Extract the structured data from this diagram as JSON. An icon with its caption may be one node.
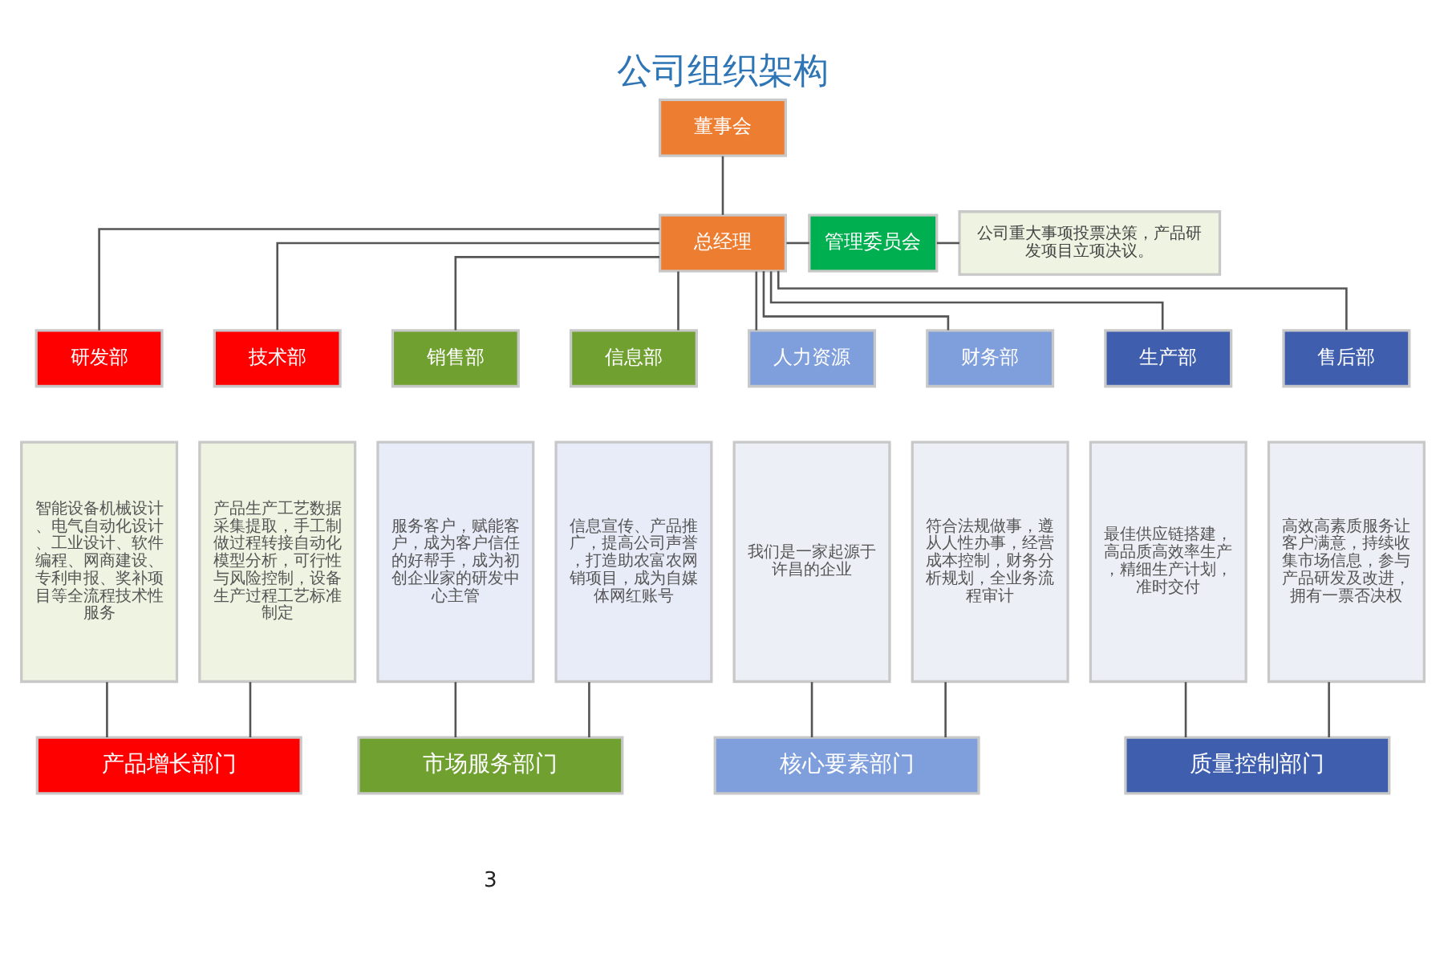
{
  "diagram": {
    "title": "公司组织架构",
    "nodes": [
      {
        "text": [
          "董事会"
        ]
      },
      {
        "text": [
          "总经理"
        ]
      },
      {
        "text": [
          "管理委员会"
        ]
      },
      {
        "text": [
          "公司重大事项投票决策，产品研发项目立项决议。"
        ]
      },
      {
        "text": [
          "研发部"
        ]
      },
      {
        "text": [
          "技术部"
        ]
      },
      {
        "text": [
          "销售部"
        ]
      },
      {
        "text": [
          "信息部"
        ]
      },
      {
        "text": [
          "人力资源"
        ]
      },
      {
        "text": [
          "财务部"
        ]
      },
      {
        "text": [
          "生产部"
        ]
      },
      {
        "text": [
          "售后部"
        ]
      },
      {
        "text": [
          "智能设备机械设计、电气自动化设计、工业设计、软件编程、网商建设、专利申报、奖补项目等全流程技术性服务"
        ]
      },
      {
        "text": [
          "产品生产工艺数据采集提取，手工制做过程转接自动化模型分析，可行性与风险控制，设备生产过程工艺标准制定"
        ]
      },
      {
        "text": [
          "服务客户，赋能客户，成为客户信任的好帮手，成为初创企业家的研发中心主管"
        ]
      },
      {
        "text": [
          "信息宣传、产品推广，提高公司声誉，打造助农富农网销项目，成为自媒体网红账号"
        ]
      },
      {
        "text": [
          "我们是一家起源于许昌的企业"
        ]
      },
      {
        "text": [
          "符合法规做事，遵从人性办事，经营成本控制，财务分析规划，全业务流程审计"
        ]
      },
      {
        "text": [
          "最佳供应链搭建，高品质高效率生产，精细生产计划，准时交付"
        ]
      },
      {
        "text": [
          "高效高素质服务让客户满意，持续收集市场信息，参与产品研发及改进，拥有一票否决权"
        ]
      },
      {
        "text": [
          "产品增长部门"
        ]
      },
      {
        "text": [
          "市场服务部门"
        ]
      },
      {
        "text": [
          "核心要素部门"
        ]
      },
      {
        "text": [
          "质量控制部门"
        ]
      }
    ],
    "edges": [
      {
        "from": 0,
        "to": 1,
        "arrow": "none"
      },
      {
        "from": 1,
        "to": 2,
        "arrow": "none"
      },
      {
        "from": 2,
        "to": 3,
        "arrow": "none"
      },
      {
        "from": 1,
        "to": 4,
        "arrow": "none"
      },
      {
        "from": 1,
        "to": 5,
        "arrow": "none"
      },
      {
        "from": 1,
        "to": 6,
        "arrow": "none"
      },
      {
        "from": 1,
        "to": 7,
        "arrow": "none"
      },
      {
        "from": 1,
        "to": 8,
        "arrow": "none"
      },
      {
        "from": 1,
        "to": 9,
        "arrow": "none"
      },
      {
        "from": 1,
        "to": 10,
        "arrow": "none"
      },
      {
        "from": 1,
        "to": 11,
        "arrow": "none"
      },
      {
        "from": 12,
        "to": 20,
        "arrow": "none"
      },
      {
        "from": 13,
        "to": 20,
        "arrow": "none"
      },
      {
        "from": 14,
        "to": 21,
        "arrow": "none"
      },
      {
        "from": 15,
        "to": 21,
        "arrow": "none"
      },
      {
        "from": 16,
        "to": 22,
        "arrow": "none"
      },
      {
        "from": 17,
        "to": 22,
        "arrow": "none"
      },
      {
        "from": 18,
        "to": 23,
        "arrow": "none"
      },
      {
        "from": 19,
        "to": 23,
        "arrow": "none"
      }
    ],
    "labels": [
      "3"
    ]
  }
}
